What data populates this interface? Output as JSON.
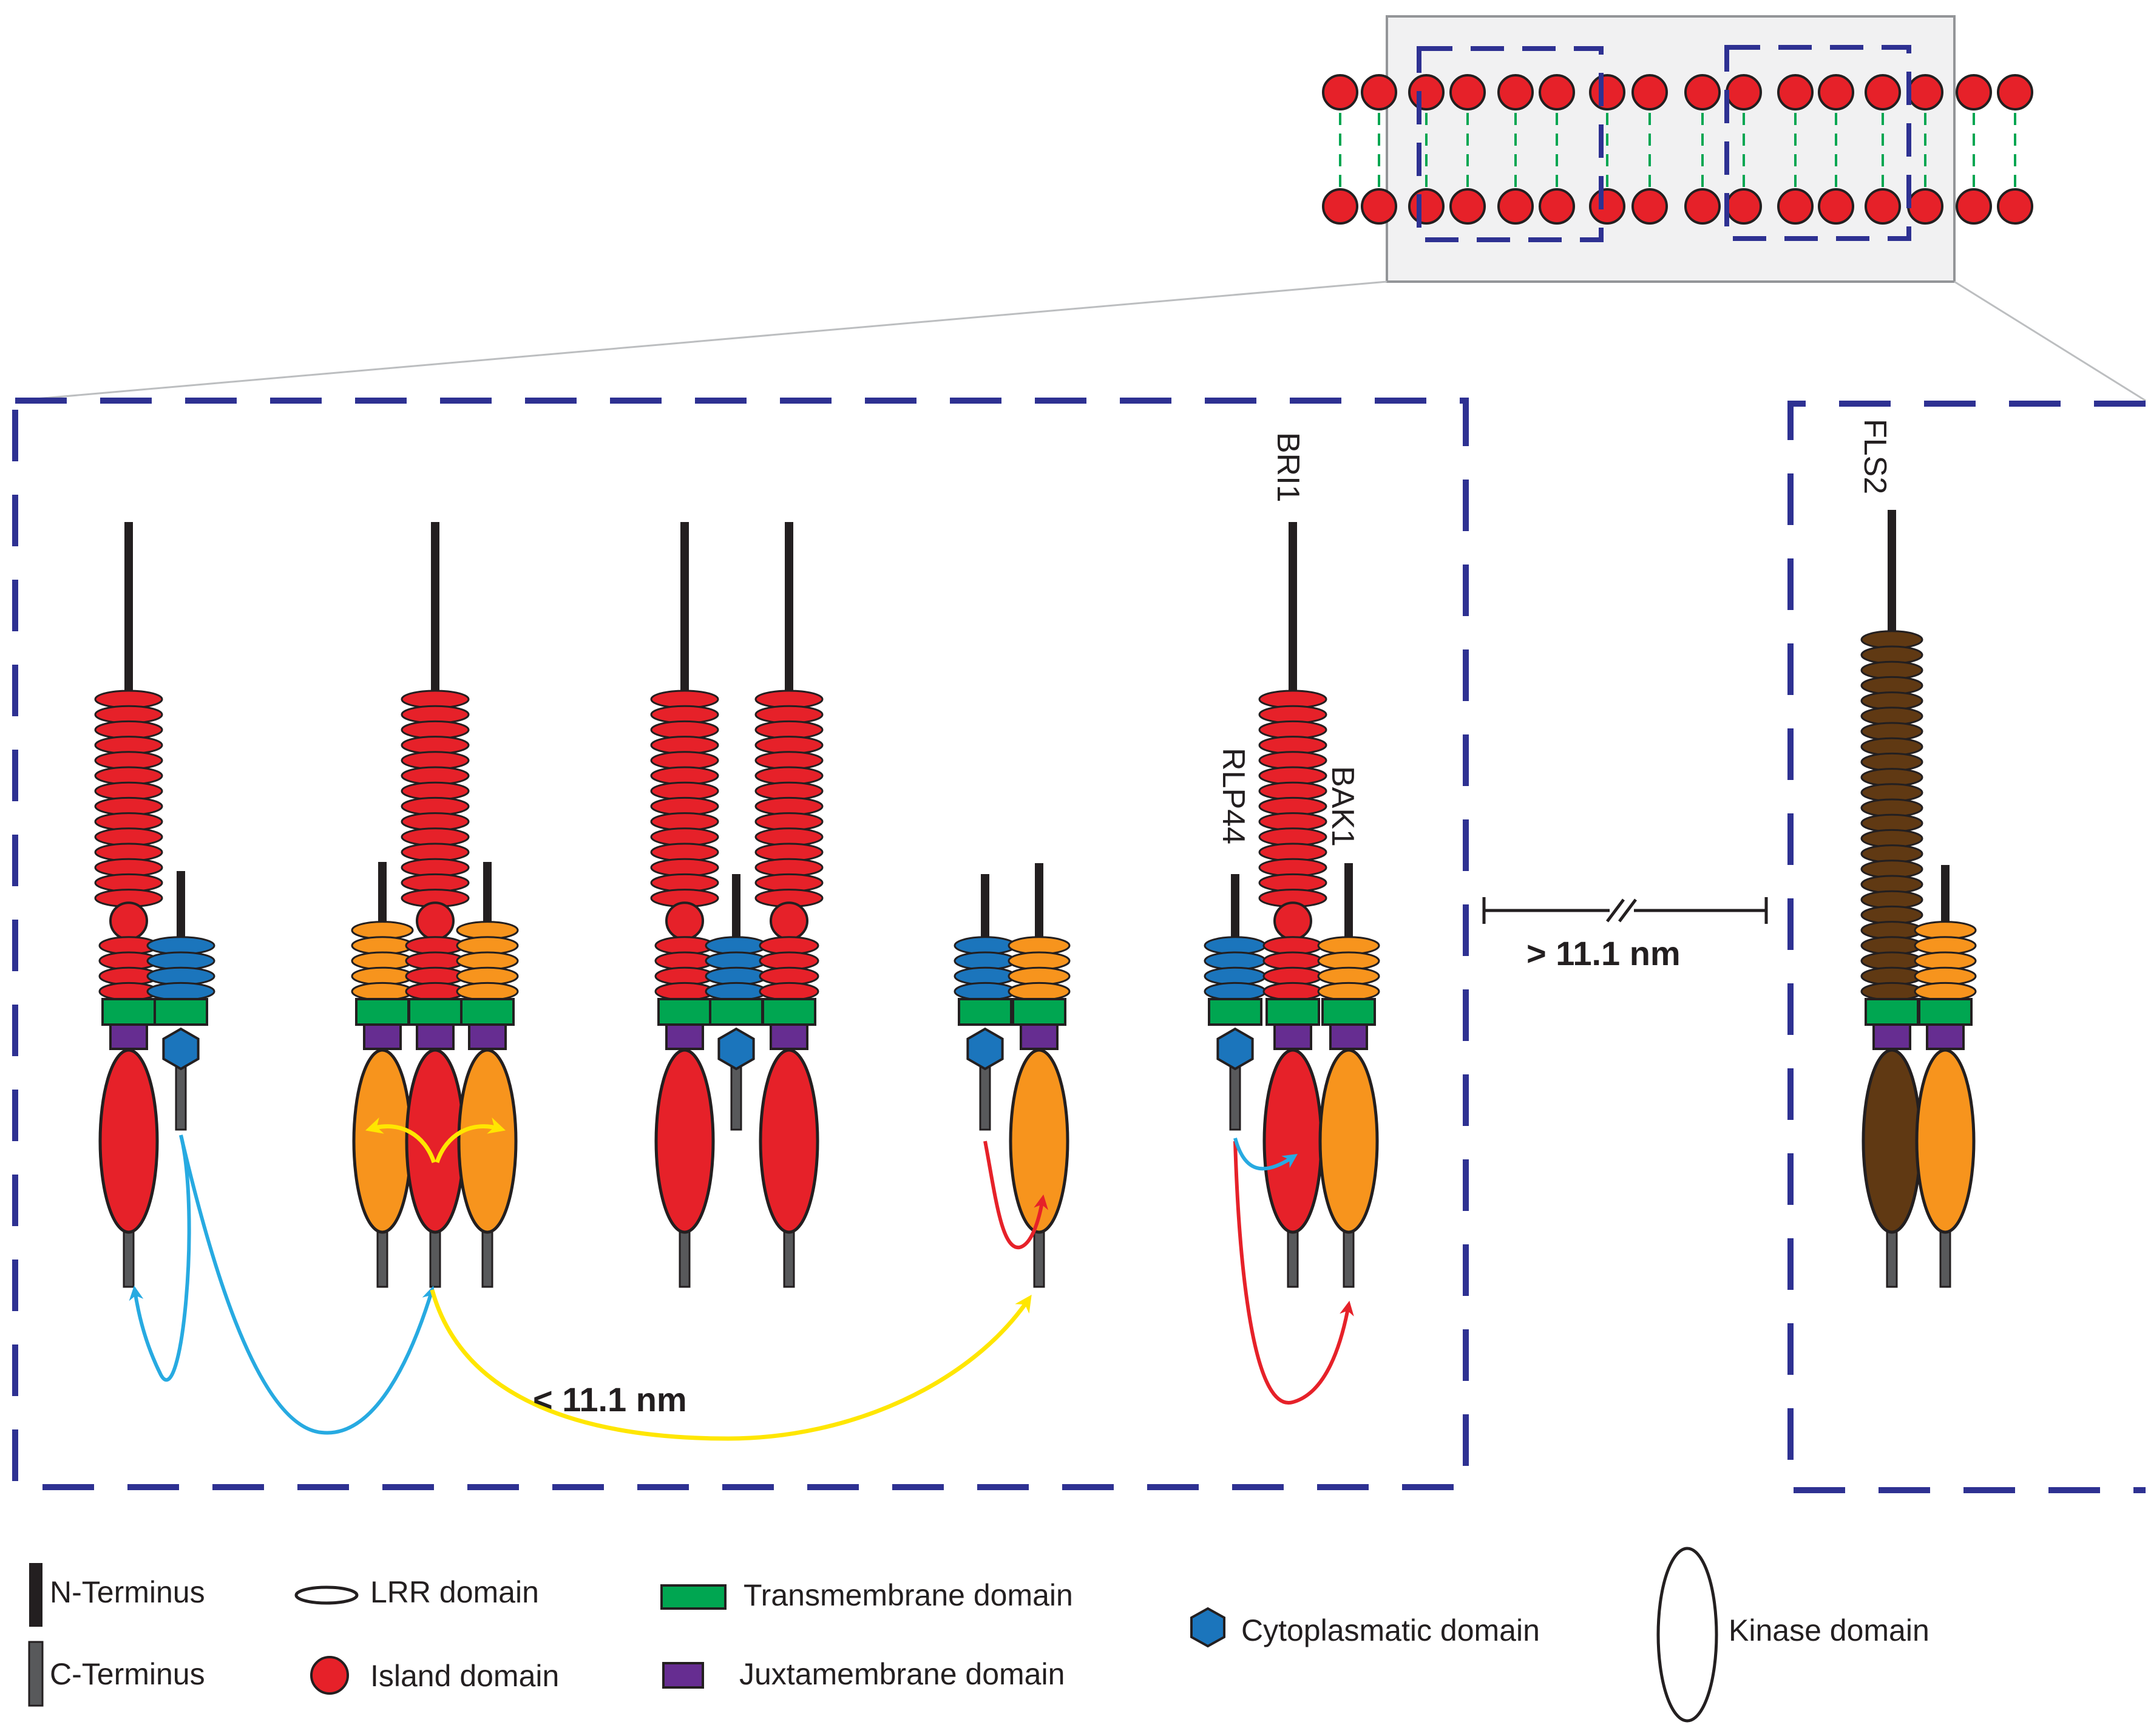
{
  "labels": {
    "bri1": "BRI1",
    "fls2": "FLS2",
    "rlp44": "RLP44",
    "bak1": "BAK1"
  },
  "distances": {
    "near": "< 11.1 nm",
    "far": "> 11.1 nm"
  },
  "legend": {
    "n_terminus": "N-Terminus",
    "c_terminus": "C-Terminus",
    "lrr": "LRR domain",
    "island": "Island domain",
    "transmembrane": "Transmembrane domain",
    "juxtamembrane": "Juxtamembrane domain",
    "cytoplasmatic": "Cytoplasmatic domain",
    "kinase": "Kinase domain"
  },
  "colors": {
    "red": "#e62129",
    "orange": "#f7941d",
    "blue": "#1b75bc",
    "brown": "#603913",
    "green": "#00a651",
    "purple": "#662d91",
    "dash": "#2e3192",
    "arrow_cyan": "#27aae1",
    "arrow_yellow": "#ffe600",
    "arrow_red": "#e62129"
  }
}
